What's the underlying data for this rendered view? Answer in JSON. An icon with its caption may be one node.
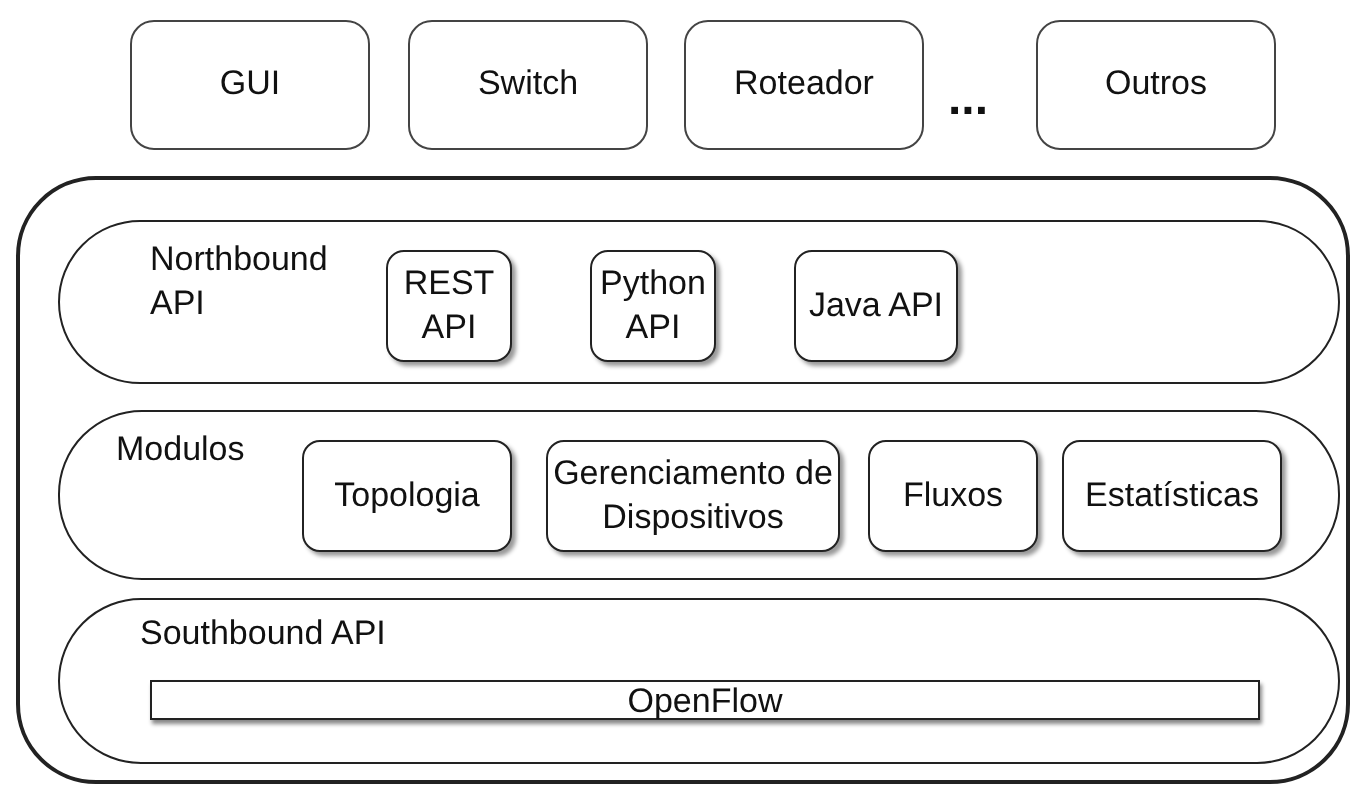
{
  "diagram": {
    "nodes": [
      {
        "text": [
          "GUI"
        ]
      },
      {
        "text": [
          "Switch"
        ]
      },
      {
        "text": [
          "Roteador"
        ]
      },
      {
        "text": [
          "Outros"
        ]
      },
      {
        "text": [],
        "shape": "box"
      },
      {
        "text": [
          "Northbound API"
        ],
        "in": 4
      },
      {
        "text": [
          "REST API"
        ],
        "in": 5
      },
      {
        "text": [
          "Python API"
        ],
        "in": 5
      },
      {
        "text": [
          "Java API"
        ],
        "in": 5
      },
      {
        "text": [
          "Modulos"
        ],
        "in": 4
      },
      {
        "text": [
          "Topologia"
        ],
        "in": 9
      },
      {
        "text": [
          "Gerenciamento de Dispositivos"
        ],
        "in": 9
      },
      {
        "text": [
          "Fluxos"
        ],
        "in": 9
      },
      {
        "text": [
          "Estatísticas"
        ],
        "in": 9
      },
      {
        "text": [
          "Southbound API"
        ],
        "in": 4
      },
      {
        "text": [
          "OpenFlow"
        ],
        "in": 14
      }
    ],
    "edges": [],
    "labels": [
      "..."
    ]
  }
}
